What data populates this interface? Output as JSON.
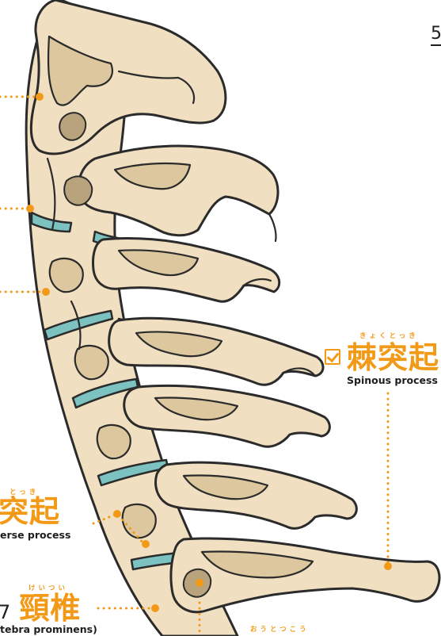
{
  "page_number": "5",
  "labels": {
    "spinous": {
      "ruby": "きょくとっき",
      "jp": "棘突起",
      "en": "Spinous process"
    },
    "transverse": {
      "ruby": "とっき",
      "jp": "突起",
      "en": "erse process"
    },
    "c7": {
      "ruby": "けいつい",
      "num": "7",
      "jp": "頸椎",
      "en": "tebra prominens)"
    },
    "bottom_ruby": "おうとつこう"
  },
  "colors": {
    "bone": "#f0dfc0",
    "bone_shadow": "#dcc79e",
    "disc": "#7cc2c0",
    "outline": "#2b2b2b",
    "accent": "#f29a17"
  }
}
